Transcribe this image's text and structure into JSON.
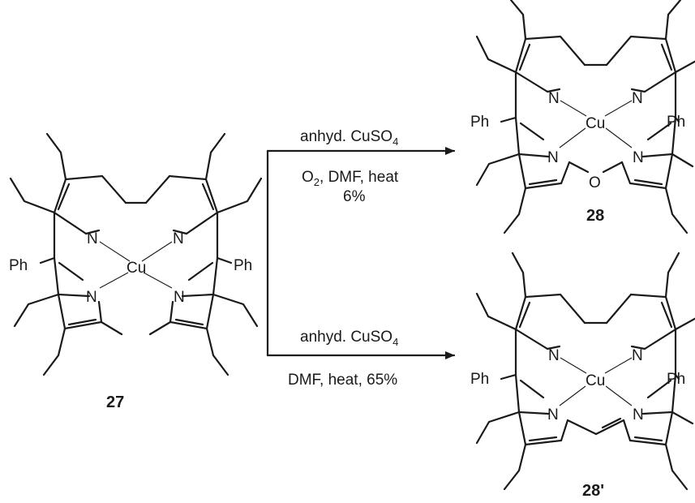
{
  "compounds": {
    "starting": {
      "label": "27",
      "substituent_left": "Ph",
      "substituent_right": "Ph",
      "metal": "Cu",
      "nitrogen": "N"
    },
    "product_top": {
      "label": "28",
      "substituent_left": "Ph",
      "substituent_right": "Ph",
      "metal": "Cu",
      "nitrogen": "N",
      "bridge_atom": "O"
    },
    "product_bottom": {
      "label": "28'",
      "substituent_left": "Ph",
      "substituent_right": "Ph",
      "metal": "Cu",
      "nitrogen": "N"
    }
  },
  "reactions": {
    "top": {
      "reagent_base": "anhyd. CuSO",
      "reagent_sub": "4",
      "cond1_prefix": "O",
      "cond1_sub": "2",
      "cond1_rest": ", DMF, heat",
      "yield": "6%"
    },
    "bottom": {
      "reagent_base": "anhyd. CuSO",
      "reagent_sub": "4",
      "conditions": "DMF, heat, 65%"
    }
  },
  "colors": {
    "ink": "#1a1a1a",
    "background": "#ffffff"
  }
}
